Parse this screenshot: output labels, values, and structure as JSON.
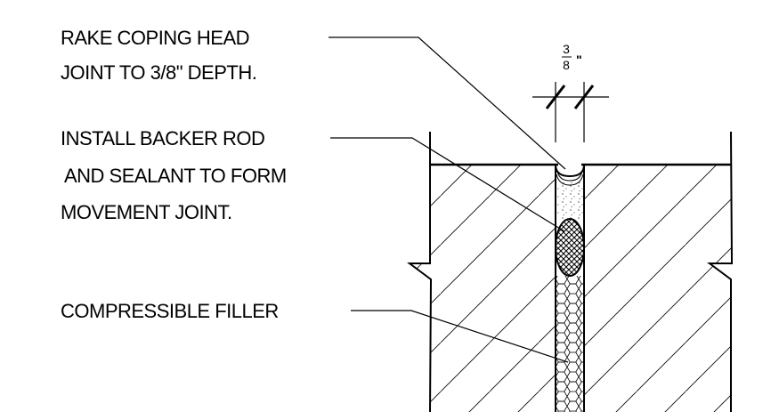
{
  "notes": {
    "rake": [
      "RAKE COPING HEAD",
      "JOINT TO 3/8\" DEPTH."
    ],
    "backer": [
      "INSTALL BACKER ROD",
      "AND SEALANT TO FORM",
      "MOVEMENT JOINT."
    ],
    "filler": [
      "COMPRESSIBLE FILLER"
    ]
  },
  "dimension": {
    "numerator": "3",
    "denominator": "8",
    "unit": "\""
  }
}
